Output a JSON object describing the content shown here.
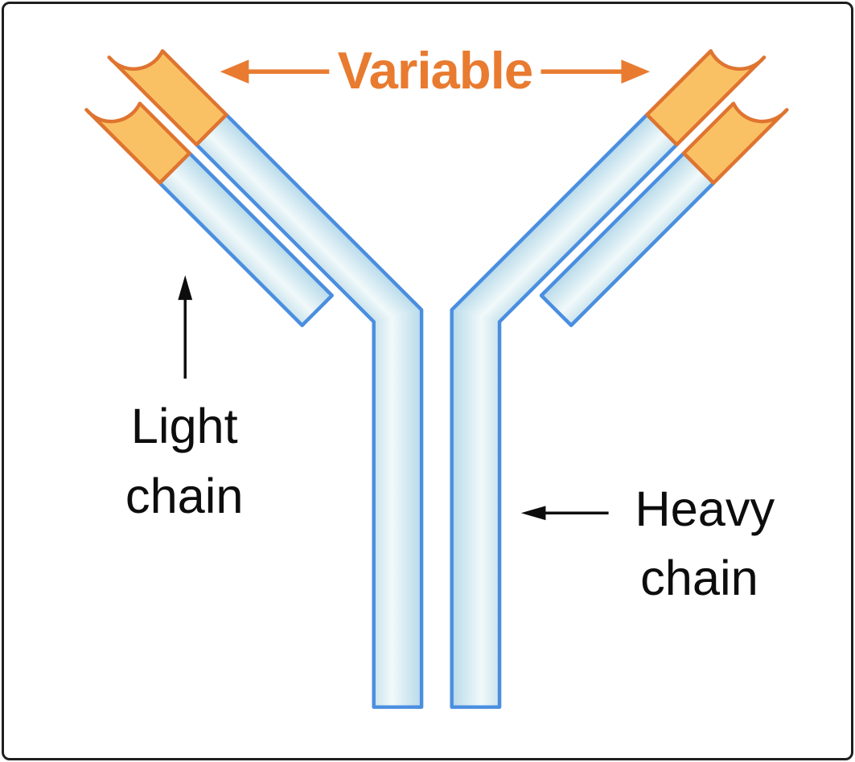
{
  "labels": {
    "variable": "Variable",
    "light_chain_line1": "Light",
    "light_chain_line2": "chain",
    "heavy_chain_line1": "Heavy",
    "heavy_chain_line2": "chain"
  },
  "colors": {
    "accent": "#E87B30",
    "tip_fill": "#FAC164",
    "tip_border": "#DF7430",
    "chain_border": "#4A8EE0",
    "chain_fill_edge": "#C9E3ED",
    "chain_fill_mid": "#F1F9FA",
    "chain_fill_shade": "#B7DAEA",
    "label_text": "#0D0D0D",
    "frame_border": "#1F1F1F",
    "background": "#FFFFFF"
  }
}
